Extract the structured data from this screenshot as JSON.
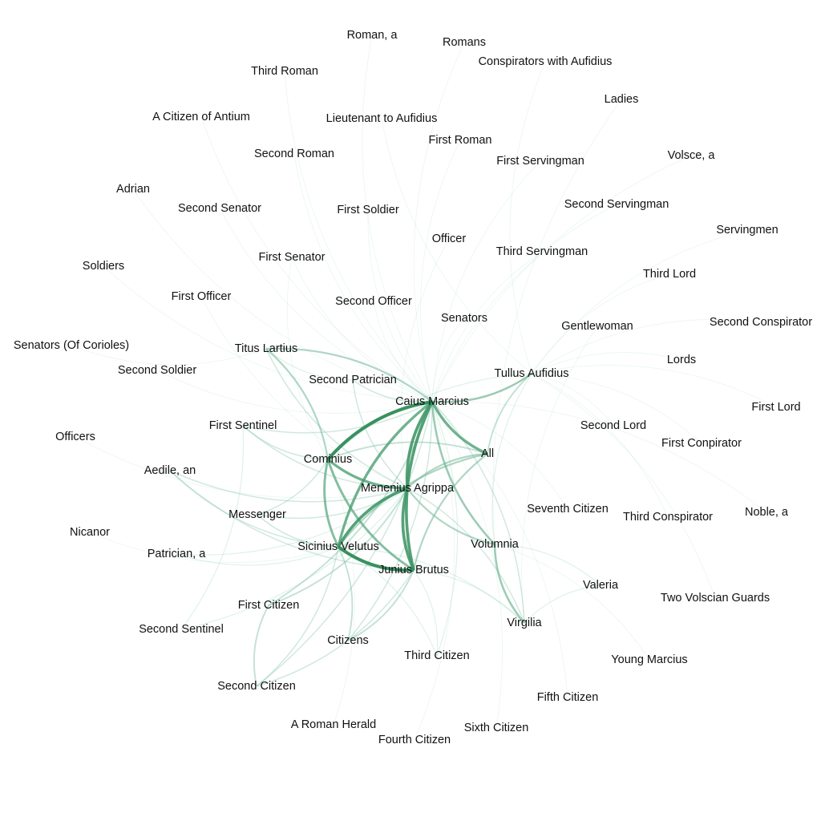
{
  "nodes": [
    "Roman, a",
    "Romans",
    "Conspirators with Aufidius",
    "Third Roman",
    "Ladies",
    "A Citizen of Antium",
    "Lieutenant to Aufidius",
    "First Roman",
    "Second Roman",
    "First Servingman",
    "Volsce, a",
    "Adrian",
    "Second Senator",
    "First Soldier",
    "Second Servingman",
    "Servingmen",
    "Officer",
    "Soldiers",
    "First Senator",
    "Third Servingman",
    "Third Lord",
    "First Officer",
    "Second Officer",
    "Senators",
    "Second Conspirator",
    "Gentlewoman",
    "Senators (Of Corioles)",
    "Titus Lartius",
    "Lords",
    "Second Soldier",
    "Tullus Aufidius",
    "Second Patrician",
    "Caius Marcius",
    "First Lord",
    "First Sentinel",
    "Second Lord",
    "First Conpirator",
    "Officers",
    "All",
    "Cominius",
    "Aedile, an",
    "Menenius Agrippa",
    "Seventh Citizen",
    "Messenger",
    "Third Conspirator",
    "Noble, a",
    "Nicanor",
    "Sicinius Velutus",
    "Volumnia",
    "Patrician, a",
    "Junius Brutus",
    "Valeria",
    "Two Volscian Guards",
    "First Citizen",
    "Virgilia",
    "Second Sentinel",
    "Citizens",
    "Third Citizen",
    "Young Marcius",
    "Second Citizen",
    "Fifth Citizen",
    "A Roman Herald",
    "Sixth Citizen",
    "Fourth Citizen"
  ],
  "edges": [
    [
      "Caius Marcius",
      "Cominius",
      10
    ],
    [
      "Caius Marcius",
      "Menenius Agrippa",
      9
    ],
    [
      "Caius Marcius",
      "All",
      8
    ],
    [
      "Caius Marcius",
      "Sicinius Velutus",
      8
    ],
    [
      "Caius Marcius",
      "Junius Brutus",
      9
    ],
    [
      "Cominius",
      "Menenius Agrippa",
      8
    ],
    [
      "Cominius",
      "Sicinius Velutus",
      7
    ],
    [
      "Cominius",
      "Junius Brutus",
      7
    ],
    [
      "Menenius Agrippa",
      "Sicinius Velutus",
      9
    ],
    [
      "Menenius Agrippa",
      "Junius Brutus",
      9
    ],
    [
      "Sicinius Velutus",
      "Junius Brutus",
      10
    ],
    [
      "Caius Marcius",
      "Tullus Aufidius",
      6
    ],
    [
      "Caius Marcius",
      "Titus Lartius",
      5
    ],
    [
      "Cominius",
      "Titus Lartius",
      5
    ],
    [
      "Caius Marcius",
      "Volumnia",
      6
    ],
    [
      "Volumnia",
      "Virgilia",
      6
    ],
    [
      "Menenius Agrippa",
      "Volumnia",
      5
    ],
    [
      "All",
      "Sicinius Velutus",
      5
    ],
    [
      "All",
      "Junius Brutus",
      5
    ],
    [
      "All",
      "Menenius Agrippa",
      5
    ],
    [
      "All",
      "Cominius",
      4
    ],
    [
      "Tullus Aufidius",
      "All",
      4
    ],
    [
      "First Citizen",
      "Menenius Agrippa",
      4
    ],
    [
      "First Citizen",
      "Caius Marcius",
      4
    ],
    [
      "First Citizen",
      "Second Citizen",
      4
    ],
    [
      "Citizens",
      "Sicinius Velutus",
      4
    ],
    [
      "Citizens",
      "Junius Brutus",
      4
    ],
    [
      "Citizens",
      "Caius Marcius",
      3
    ],
    [
      "Messenger",
      "Menenius Agrippa",
      3
    ],
    [
      "Messenger",
      "Sicinius Velutus",
      3
    ],
    [
      "Messenger",
      "Cominius",
      3
    ],
    [
      "First Sentinel",
      "Menenius Agrippa",
      3
    ],
    [
      "First Sentinel",
      "Caius Marcius",
      3
    ],
    [
      "First Sentinel",
      "Cominius",
      3
    ],
    [
      "Second Patrician",
      "Caius Marcius",
      3
    ],
    [
      "Second Patrician",
      "Menenius Agrippa",
      3
    ],
    [
      "Aedile, an",
      "Sicinius Velutus",
      3
    ],
    [
      "Aedile, an",
      "Junius Brutus",
      3
    ],
    [
      "Aedile, an",
      "Menenius Agrippa",
      3
    ],
    [
      "Patrician, a",
      "Menenius Agrippa",
      2
    ],
    [
      "Patrician, a",
      "Sicinius Velutus",
      2
    ],
    [
      "Second Citizen",
      "Sicinius Velutus",
      3
    ],
    [
      "Second Citizen",
      "Junius Brutus",
      3
    ],
    [
      "Second Citizen",
      "Caius Marcius",
      3
    ],
    [
      "Third Citizen",
      "Caius Marcius",
      2
    ],
    [
      "Third Citizen",
      "Sicinius Velutus",
      2
    ],
    [
      "Third Citizen",
      "Junius Brutus",
      2
    ],
    [
      "Second Sentinel",
      "First Sentinel",
      2
    ],
    [
      "Second Sentinel",
      "Menenius Agrippa",
      2
    ],
    [
      "Virgilia",
      "Caius Marcius",
      3
    ],
    [
      "Virgilia",
      "Menenius Agrippa",
      3
    ],
    [
      "Virgilia",
      "Sicinius Velutus",
      2
    ],
    [
      "Virgilia",
      "Junius Brutus",
      2
    ],
    [
      "Valeria",
      "Volumnia",
      2
    ],
    [
      "Valeria",
      "Virgilia",
      2
    ],
    [
      "Titus Lartius",
      "Menenius Agrippa",
      3
    ],
    [
      "Titus Lartius",
      "Second Patrician",
      2
    ],
    [
      "Tullus Aufidius",
      "Cominius",
      2
    ],
    [
      "Tullus Aufidius",
      "Volumnia",
      2
    ],
    [
      "First Senator",
      "Cominius",
      1
    ],
    [
      "First Senator",
      "Caius Marcius",
      1
    ],
    [
      "Second Officer",
      "Caius Marcius",
      1
    ],
    [
      "Senators",
      "Caius Marcius",
      1
    ],
    [
      "Second Senator",
      "Caius Marcius",
      1
    ],
    [
      "First Soldier",
      "Caius Marcius",
      1
    ],
    [
      "Officer",
      "Menenius Agrippa",
      1
    ],
    [
      "First Officer",
      "Menenius Agrippa",
      1
    ],
    [
      "Lieutenant to Aufidius",
      "Tullus Aufidius",
      1
    ],
    [
      "First Lord",
      "Tullus Aufidius",
      1
    ],
    [
      "Second Lord",
      "Tullus Aufidius",
      1
    ],
    [
      "Third Lord",
      "Tullus Aufidius",
      1
    ],
    [
      "Lords",
      "Tullus Aufidius",
      1
    ],
    [
      "First Conpirator",
      "Tullus Aufidius",
      1
    ],
    [
      "Second Conspirator",
      "Tullus Aufidius",
      1
    ],
    [
      "Third Conspirator",
      "Tullus Aufidius",
      1
    ],
    [
      "Gentlewoman",
      "Virgilia",
      1
    ],
    [
      "Young Marcius",
      "Volumnia",
      1
    ],
    [
      "Seventh Citizen",
      "Caius Marcius",
      1
    ],
    [
      "Fourth Citizen",
      "Caius Marcius",
      1
    ],
    [
      "Fifth Citizen",
      "Caius Marcius",
      1
    ],
    [
      "Sixth Citizen",
      "Caius Marcius",
      1
    ],
    [
      "A Roman Herald",
      "Cominius",
      1
    ],
    [
      "First Servingman",
      "Caius Marcius",
      1
    ],
    [
      "Second Servingman",
      "Caius Marcius",
      1
    ],
    [
      "Third Servingman",
      "Caius Marcius",
      1
    ],
    [
      "First Roman",
      "Caius Marcius",
      1
    ],
    [
      "Second Roman",
      "Caius Marcius",
      1
    ],
    [
      "Third Roman",
      "Caius Marcius",
      1
    ],
    [
      "Soldiers",
      "Caius Marcius",
      1
    ],
    [
      "Second Soldier",
      "Caius Marcius",
      1
    ],
    [
      "Adrian",
      "Caius Marcius",
      1
    ],
    [
      "Nicanor",
      "Sicinius Velutus",
      1
    ],
    [
      "A Citizen of Antium",
      "Caius Marcius",
      1
    ],
    [
      "Volsce, a",
      "Caius Marcius",
      1
    ],
    [
      "Senators (Of Corioles)",
      "Titus Lartius",
      1
    ],
    [
      "Officers",
      "Menenius Agrippa",
      1
    ],
    [
      "Noble, a",
      "Caius Marcius",
      1
    ],
    [
      "Two Volscian Guards",
      "Tullus Aufidius",
      1
    ],
    [
      "Ladies",
      "Volumnia",
      1
    ],
    [
      "Servingmen",
      "Tullus Aufidius",
      1
    ],
    [
      "Roman, a",
      "Caius Marcius",
      1
    ],
    [
      "Romans",
      "Caius Marcius",
      1
    ],
    [
      "Conspirators with Aufidius",
      "Tullus Aufidius",
      1
    ]
  ],
  "colors": {
    "edge_light": "#a8dccb",
    "edge_dark": "#2e8b57",
    "label": "#111111"
  }
}
